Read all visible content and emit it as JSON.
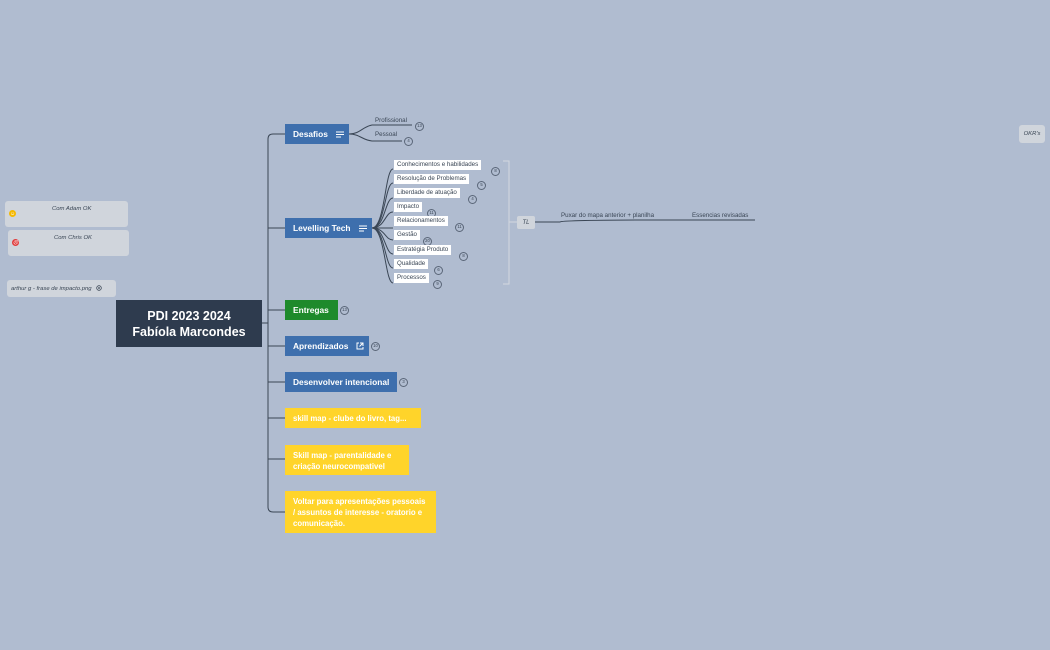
{
  "root": {
    "line1": "PDI 2023 2024",
    "line2": "Fabíola Marcondes"
  },
  "topics": {
    "desafios": {
      "label": "Desafios"
    },
    "levelling": {
      "label": "Levelling Tech"
    },
    "entregas": {
      "label": "Entregas"
    },
    "aprendizados": {
      "label": "Aprendizados"
    },
    "desenvolver": {
      "label": "Desenvolver intencional"
    },
    "skill1": {
      "label": "skill map - clube do livro, tag..."
    },
    "skill2": {
      "label": "Skill map - parentalidade e criação neurocompativel"
    },
    "voltar": {
      "label": "Voltar para apresentações pessoais / assuntos de interesse - oratorio e comunicação."
    }
  },
  "desafios_children": [
    {
      "label": "Profissional",
      "badge": "13"
    },
    {
      "label": "Pessoal",
      "badge": "4"
    }
  ],
  "levelling_children": [
    {
      "label": "Conhecimentos e habilidades",
      "badge": "8"
    },
    {
      "label": "Resolução de Problemas",
      "badge": "5"
    },
    {
      "label": "Liberdade de atuação",
      "badge": "4"
    },
    {
      "label": "Impacto",
      "badge": "11"
    },
    {
      "label": "Relacionamentos",
      "badge": "11"
    },
    {
      "label": "Gestão",
      "badge": "20"
    },
    {
      "label": "Estratégia Produto",
      "badge": "8"
    },
    {
      "label": "Qualidade",
      "badge": "6"
    },
    {
      "label": "Processos",
      "badge": "9"
    }
  ],
  "badges": {
    "entregas": "13",
    "aprendizados": "10",
    "desenvolver": "3"
  },
  "summary": {
    "label": "TL",
    "child": "Puxar do mapa anterior + planilha",
    "grandchild": "Essencias revisadas"
  },
  "floating": {
    "adam": "Com Adam OK",
    "chris": "Com Chris OK",
    "arthur": "arthur g - frase de impacto.png",
    "okrs": "OKR's"
  },
  "colors": {
    "background": "#b0bcd0",
    "root": "#2e3b4e",
    "blue": "#3e6fad",
    "green": "#1e8a2b",
    "yellow": "#ffd42a"
  }
}
